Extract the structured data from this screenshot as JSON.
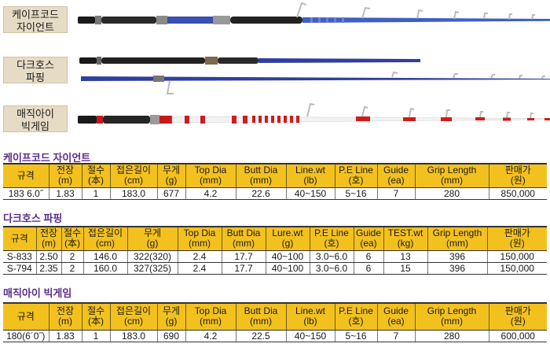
{
  "products": [
    {
      "label_lines": [
        "케이프코드",
        "자이언트"
      ],
      "section_title": "케이프코드 자이언트",
      "headers": [
        [
          "규격"
        ],
        [
          "전장",
          "(m)"
        ],
        [
          "절수",
          "(本)"
        ],
        [
          "접은길이",
          "(cm)"
        ],
        [
          "무게",
          "(g)"
        ],
        [
          "Top Dia",
          "(mm)"
        ],
        [
          "Butt Dia",
          "(mm)"
        ],
        [
          "Line.wt",
          "(lb)"
        ],
        [
          "P.E Line",
          "(호)"
        ],
        [
          "Guide",
          "(ea)"
        ],
        [
          "Grip Length",
          "(mm)"
        ],
        [
          "판매가",
          "(원)"
        ]
      ],
      "rows": [
        [
          "183 6.0˝",
          "1.83",
          "1",
          "183.0",
          "677",
          "4.2",
          "22.6",
          "40~150",
          "5~16",
          "7",
          "280",
          "850,000"
        ]
      ]
    },
    {
      "label_lines": [
        "다크호스",
        "파핑"
      ],
      "section_title": "다크호스 파핑",
      "headers": [
        [
          "규격"
        ],
        [
          "전장",
          "(m)"
        ],
        [
          "절수",
          "(本)"
        ],
        [
          "접은길이",
          "(cm)"
        ],
        [
          "무게",
          "(g)"
        ],
        [
          "Top Dia",
          "(mm)"
        ],
        [
          "Butt Dia",
          "(mm)"
        ],
        [
          "Lure.wt",
          "(g)"
        ],
        [
          "P.E Line",
          "(호)"
        ],
        [
          "Guide",
          "(ea)"
        ],
        [
          "TEST.wt",
          "(kg)"
        ],
        [
          "Grip Length",
          "(mm)"
        ],
        [
          "판매가",
          "(원)"
        ]
      ],
      "rows": [
        [
          "S-833",
          "2.50",
          "2",
          "146.0",
          "322(320)",
          "2.4",
          "17.7",
          "40~100",
          "3.0~6.0",
          "6",
          "13",
          "396",
          "150,000"
        ],
        [
          "S-794",
          "2.35",
          "2",
          "160.0",
          "327(325)",
          "2.4",
          "17.7",
          "40~100",
          "3.0~6.0",
          "6",
          "15",
          "396",
          "150,000"
        ]
      ]
    },
    {
      "label_lines": [
        "매직아이",
        "빅게임"
      ],
      "section_title": "매직아이 빅게임",
      "headers": [
        [
          "규격"
        ],
        [
          "전장",
          "(m)"
        ],
        [
          "절수",
          "(本)"
        ],
        [
          "접은길이",
          "(cm)"
        ],
        [
          "무게",
          "(g)"
        ],
        [
          "Top Dia",
          "(mm)"
        ],
        [
          "Butt Dia",
          "(mm)"
        ],
        [
          "Line.wt",
          "(lb)"
        ],
        [
          "P.E Line",
          "(호)"
        ],
        [
          "Guide",
          "(ea)"
        ],
        [
          "Grip Length",
          "(mm)"
        ],
        [
          "판매가",
          "(원)"
        ]
      ],
      "rows": [
        [
          "180(6´0˝)",
          "1.83",
          "1",
          "183.0",
          "690",
          "4.2",
          "22.5",
          "40~150",
          "5~16",
          "7",
          "280",
          "600,000"
        ]
      ]
    }
  ],
  "colors": {
    "header_fill": "#f3c11e",
    "title_text": "#5a2d8c",
    "label_fill": "#e6dcc6",
    "rod1_blank": "#3f5fc4",
    "rod2_blank": "#2f3f9e",
    "rod3_blank": "#f2f2f2",
    "rod3_accent": "#d01c1c"
  },
  "icons": [
    "fishing-rod-photo-giant",
    "fishing-rod-photo-popping-butt",
    "fishing-rod-photo-popping-tip",
    "fishing-rod-photo-bigame"
  ]
}
